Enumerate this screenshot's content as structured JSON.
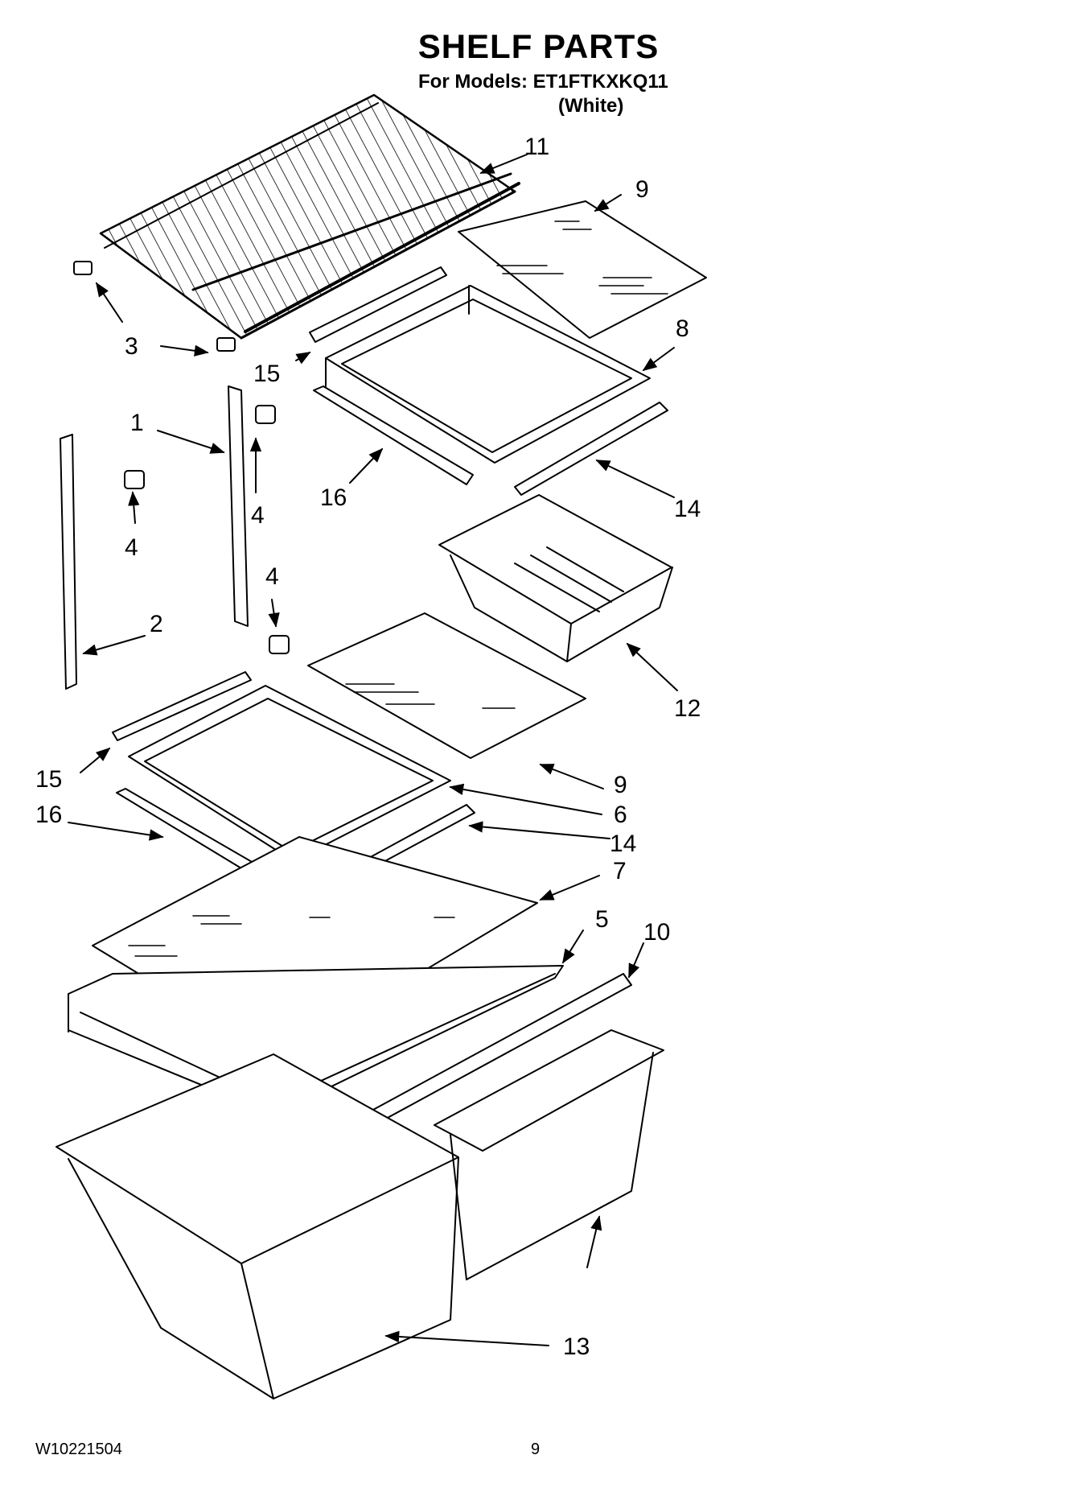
{
  "header": {
    "title": "SHELF PARTS",
    "models": "For Models: ET1FTKXKQ11",
    "color": "(White)"
  },
  "callouts": [
    {
      "id": "c11",
      "label": "11"
    },
    {
      "id": "c9a",
      "label": "9"
    },
    {
      "id": "c3",
      "label": "3"
    },
    {
      "id": "c15a",
      "label": "15"
    },
    {
      "id": "c8",
      "label": "8"
    },
    {
      "id": "c1",
      "label": "1"
    },
    {
      "id": "c4a",
      "label": "4"
    },
    {
      "id": "c4b",
      "label": "4"
    },
    {
      "id": "c4c",
      "label": "4"
    },
    {
      "id": "c16a",
      "label": "16"
    },
    {
      "id": "c14a",
      "label": "14"
    },
    {
      "id": "c2",
      "label": "2"
    },
    {
      "id": "c12",
      "label": "12"
    },
    {
      "id": "c15b",
      "label": "15"
    },
    {
      "id": "c9b",
      "label": "9"
    },
    {
      "id": "c6",
      "label": "6"
    },
    {
      "id": "c16b",
      "label": "16"
    },
    {
      "id": "c14b",
      "label": "14"
    },
    {
      "id": "c7",
      "label": "7"
    },
    {
      "id": "c5",
      "label": "5"
    },
    {
      "id": "c10",
      "label": "10"
    },
    {
      "id": "c13",
      "label": "13"
    }
  ],
  "footer": {
    "doc_number": "W10221504",
    "page": "9"
  }
}
